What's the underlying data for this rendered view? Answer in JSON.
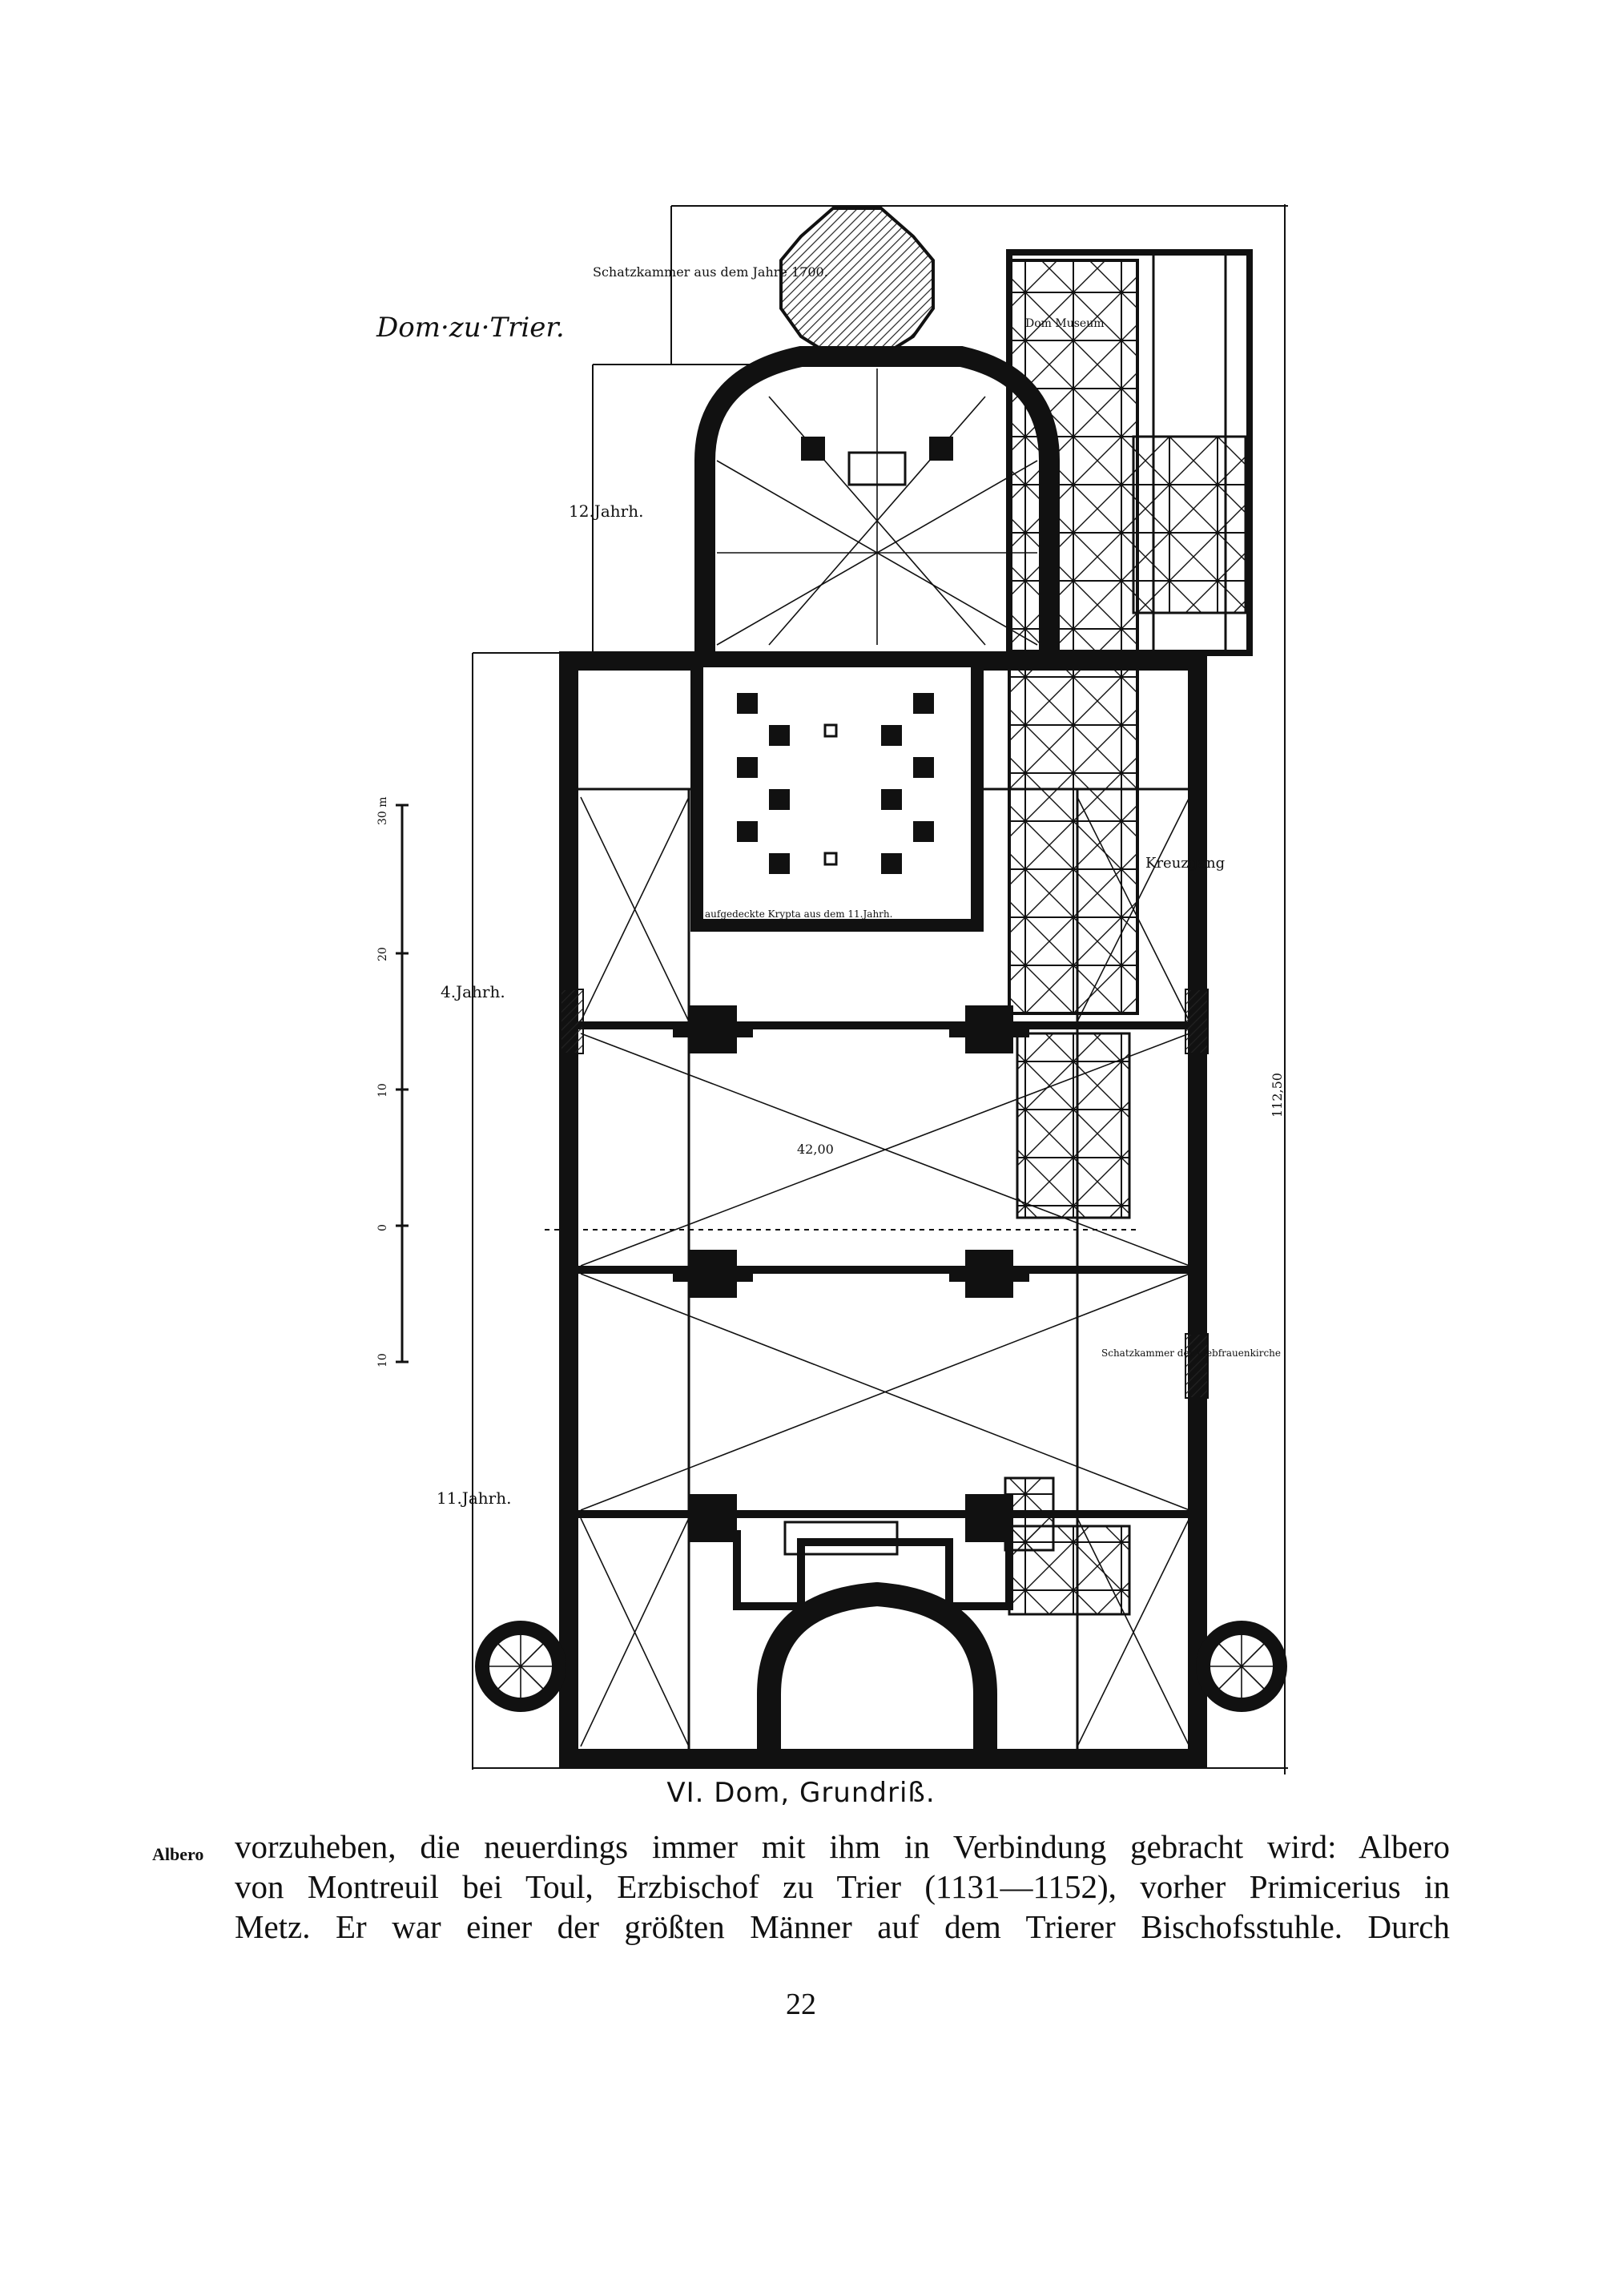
{
  "plan": {
    "title": "Dom·zu·Trier.",
    "labels": {
      "treasury": "Schatzkammer aus dem Jahre 1700.",
      "c12": "12.Jahrh.",
      "c4": "4.Jahrh.",
      "c11": "11.Jahrh.",
      "dom_museum": "Dom Museum",
      "kreuzgang": "Kreuzgang",
      "crypt": "aufgedeckte Krypta aus dem 11.Jahrh.",
      "chapel": "Schatzkammer der Liebfrauenkirche",
      "width_dim": "42,00",
      "length_dim": "112,50"
    },
    "scale_ticks": [
      "30 m",
      "20",
      "10",
      "0",
      "10"
    ]
  },
  "caption": "VI. Dom, Grundriß.",
  "marginal_note": "Albero",
  "body_lines": [
    "vorzuheben, die neuerdings immer mit ihm in Verbindung gebracht wird: Albero",
    "von Montreuil bei Toul, Erzbischof zu Trier (1131—1152), vorher Primicerius in",
    "Metz. Er war einer der größten Männer auf dem Trierer Bischofsstuhle. Durch"
  ],
  "page_number": "22"
}
